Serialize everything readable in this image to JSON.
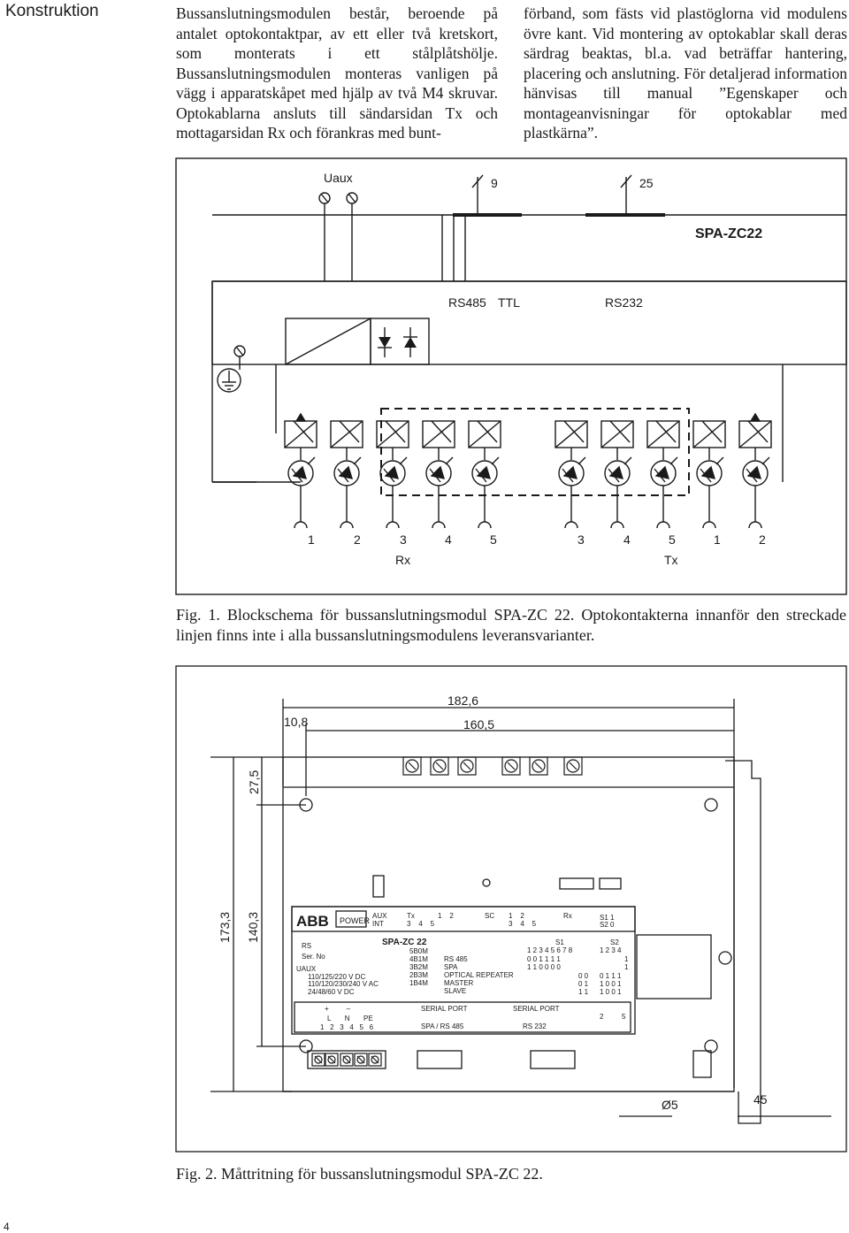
{
  "section_heading": "Konstruktion",
  "body_text": {
    "left_column": "Bussanslutningsmodulen består, beroende på antalet optokontaktpar, av ett eller två kretskort, som monterats i ett stålplåtshölje. Bussanslutningsmodulen monteras vanligen på vägg i apparatskåpet med hjälp av två M4 skruvar. Optokablarna ansluts till sändarsidan Tx och mottagarsidan Rx och förankras med bunt-",
    "right_column": "förband, som fästs vid plastöglorna vid modulens övre kant. Vid montering av optokablar skall deras särdrag beaktas, bl.a. vad beträffar hantering, placering och anslutning. För detaljerad information hänvisas till manual ”Egenskaper och montageanvisningar för optokablar med plastkärna”."
  },
  "figure1": {
    "uaux_label": "Uaux",
    "bus9_label": "9",
    "bus25_label": "25",
    "module_label": "SPA-ZC22",
    "rs485_label": "RS485",
    "ttl_label": "TTL",
    "rs232_label": "RS232",
    "rx_channels": [
      "1",
      "2",
      "3",
      "4",
      "5"
    ],
    "tx_channels": [
      "3",
      "4",
      "5",
      "1",
      "2"
    ],
    "rx_label": "Rx",
    "tx_label": "Tx",
    "caption": "Fig. 1. Blockschema för bussanslutningsmodul SPA-ZC 22. Optokontakterna innanför den streckade linjen finns inte i alla bussanslutningsmodulens leveransvarianter."
  },
  "figure2": {
    "dim_total_width": "182,6",
    "dim_offset": "10,8",
    "dim_hole_spacing": "160,5",
    "dim_top": "27,5",
    "dim_total_height": "173,3",
    "dim_hole_height": "140,3",
    "dim_hole_dia": "Ø5",
    "dim_depth": "45",
    "panel": {
      "logo": "ABB",
      "power": "POWER",
      "aux": "AUX",
      "int": "INT",
      "tx": "Tx",
      "tx_nums_top": "1    2",
      "tx_nums_bot": "3    4    5",
      "sc": "SC",
      "rx": "Rx",
      "rx_nums_top": "1    2",
      "rx_nums_bot": "3    4    5",
      "s1s2": "S1 1",
      "s2": "S2 0",
      "rs": "RS",
      "ser_no": "Ser. No",
      "uaux": "UAUX",
      "volt1": "110/125/220 V DC",
      "volt2": "110/120/230/240 V AC",
      "volt3": "24/48/60 V DC",
      "model": "SPA-ZC 22",
      "variants": [
        "5B0M",
        "4B1M",
        "3B2M",
        "2B3M",
        "1B4M"
      ],
      "modes": [
        "RS 485",
        "SPA",
        "OPTICAL REPEATER",
        "MASTER",
        "SLAVE"
      ],
      "s1_title": "S1",
      "s1_header": "1 2 3 4 5 6 7 8",
      "s1_rows": [
        "0 0 1 1 1 1",
        "1 1 0 0 0 0",
        "0 0",
        "0 1",
        "1 1"
      ],
      "s2_title": "S2",
      "s2_header": "1 2 3 4",
      "s2_rows": [
        "1",
        "1",
        "0 1 1 1",
        "1 0 0 1",
        "1 0 0 1"
      ],
      "terminals_top": "+         –",
      "terminals_mid": "L       N       PE",
      "terminals_nums": "1   2   3   4   5   6",
      "serial1": "SERIAL PORT",
      "serial1_sub": "SPA / RS 485",
      "serial2": "SERIAL PORT",
      "serial2_sub": "RS 232",
      "star_left": "2",
      "star_right": "5"
    },
    "caption": "Fig. 2. Måttritning för bussanslutningsmodul SPA-ZC 22."
  },
  "page_number": "4"
}
